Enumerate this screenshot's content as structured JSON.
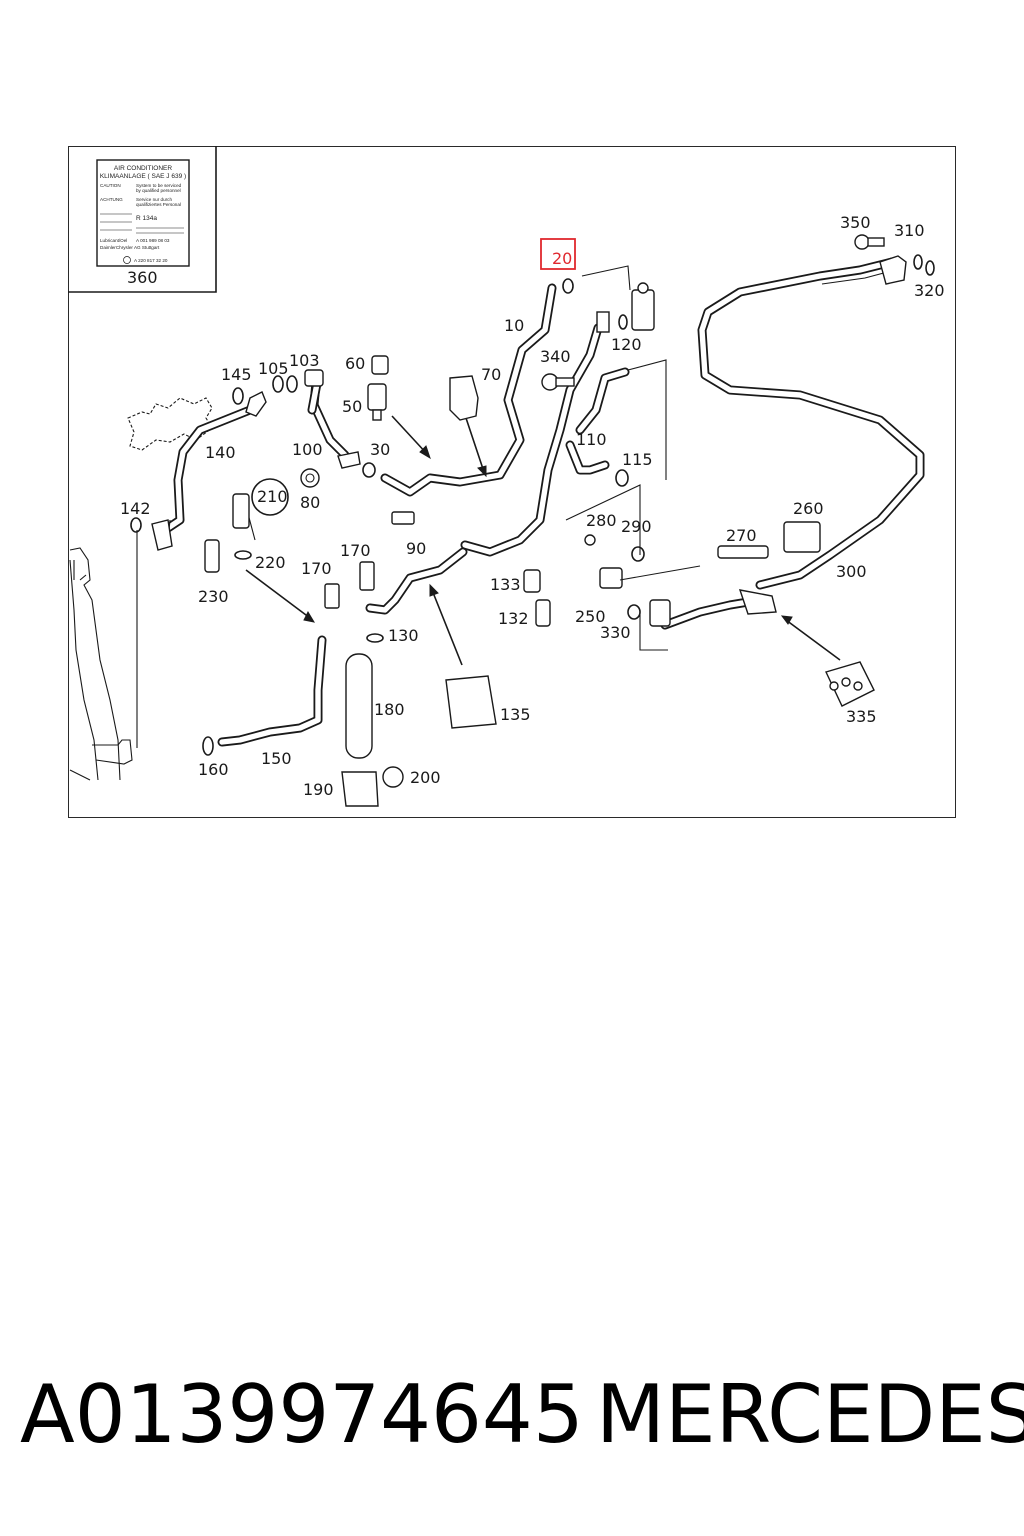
{
  "callouts": {
    "c10": "10",
    "c20": "20",
    "c30": "30",
    "c50": "50",
    "c60": "60",
    "c70": "70",
    "c80": "80",
    "c90": "90",
    "c100": "100",
    "c103": "103",
    "c105": "105",
    "c110": "110",
    "c115": "115",
    "c120": "120",
    "c130": "130",
    "c132": "132",
    "c133": "133",
    "c135": "135",
    "c140": "140",
    "c142": "142",
    "c145": "145",
    "c150": "150",
    "c160": "160",
    "c170a": "170",
    "c170b": "170",
    "c180": "180",
    "c190": "190",
    "c200": "200",
    "c210": "210",
    "c220": "220",
    "c230": "230",
    "c250": "250",
    "c260": "260",
    "c270": "270",
    "c280": "280",
    "c290": "290",
    "c300": "300",
    "c310": "310",
    "c320": "320",
    "c330": "330",
    "c335": "335",
    "c340": "340",
    "c350": "350",
    "c360": "360"
  },
  "label_plate": {
    "line1": "AIR CONDITIONER",
    "line2": "KLIMAANLAGE ( SAE J 639 )",
    "row_caution_left": "CAUTION",
    "row_caution_right": "System to be serviced",
    "row_caution_right2": "by qualified personnel",
    "row_achtung_left": "ACHTUNG",
    "row_achtung_right": "Service nur durch",
    "row_achtung_right2": "qualifiziertes Personal",
    "row_refrigerant": "R 134a",
    "row_oil_left": "Lubricant/Oel",
    "row_oil_value": "A 001 989 08 03",
    "row_maker": "DaimlerChrysler AG Stuttgart",
    "row_part": "A 220 817 32 20"
  },
  "highlight_color": "#e0282e",
  "footer": {
    "part_number": "A0139974645",
    "brand": "MERCEDES"
  }
}
